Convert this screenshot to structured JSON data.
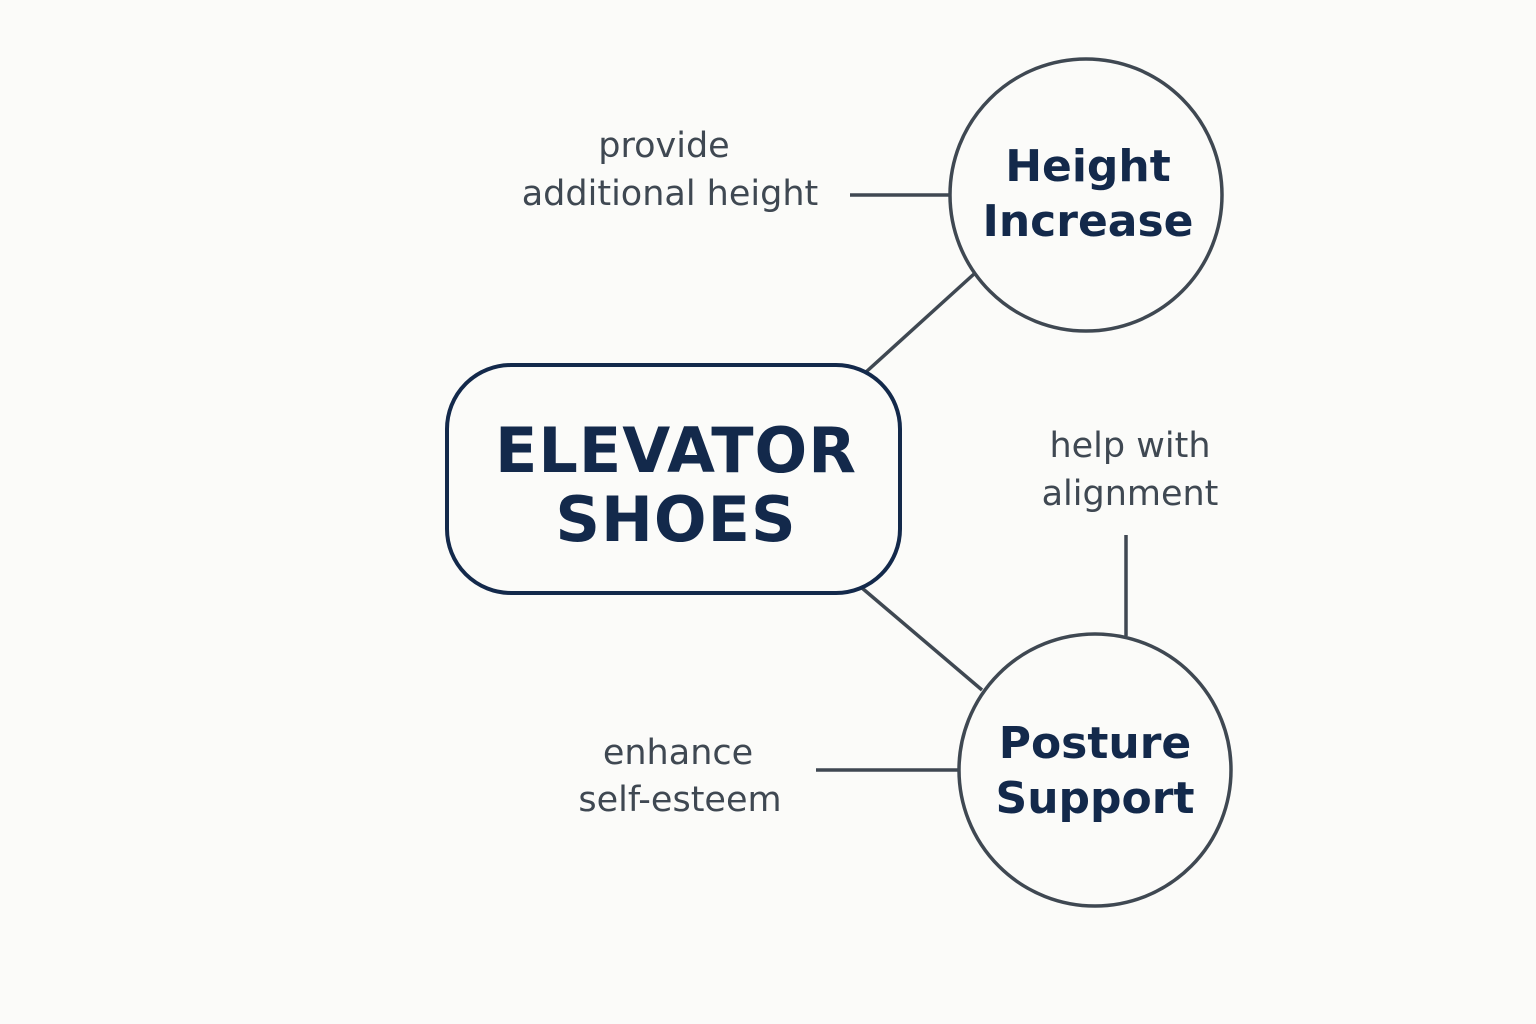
{
  "diagram": {
    "central": {
      "line1": "ELEVATOR",
      "line2": "SHOES"
    },
    "benefits": [
      {
        "line1": "Height",
        "line2": "Increase",
        "note_line1": "provide",
        "note_line2": "additional height"
      },
      {
        "line1": "Posture",
        "line2": "Support",
        "note_line1": "help with",
        "note_line2": "alignment",
        "note2_line1": "enhance",
        "note2_line2": "self-esteem"
      }
    ]
  },
  "colors": {
    "background": "#fbfbf9",
    "primary_text": "#13294b",
    "line": "#3f4852"
  }
}
